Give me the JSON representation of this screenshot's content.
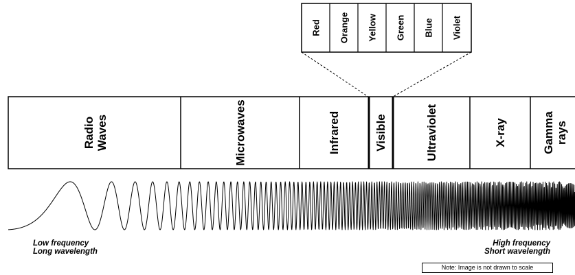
{
  "spectrum": {
    "bands": [
      {
        "label": "Radio Waves",
        "lines": [
          "Radio",
          "Waves"
        ]
      },
      {
        "label": "Microwaves",
        "lines": [
          "Microwaves"
        ]
      },
      {
        "label": "Infrared",
        "lines": [
          "Infrared"
        ]
      },
      {
        "label": "Visible",
        "lines": [
          "Visible"
        ]
      },
      {
        "label": "Ultraviolet",
        "lines": [
          "Ultraviolet"
        ]
      },
      {
        "label": "X-ray",
        "lines": [
          "X-ray"
        ]
      },
      {
        "label": "Gamma rays",
        "lines": [
          "Gamma",
          "rays"
        ]
      }
    ]
  },
  "visible_colors": [
    "Red",
    "Orange",
    "Yellow",
    "Green",
    "Blue",
    "Violet"
  ],
  "annotations": {
    "low_frequency": "Low frequency",
    "long_wavelength": "Long wavelength",
    "high_frequency": "High frequency",
    "short_wavelength": "Short wavelength",
    "note": "Note:  Image is not drawn to scale"
  },
  "colors": {
    "stroke": "#000000",
    "background": "#ffffff"
  }
}
